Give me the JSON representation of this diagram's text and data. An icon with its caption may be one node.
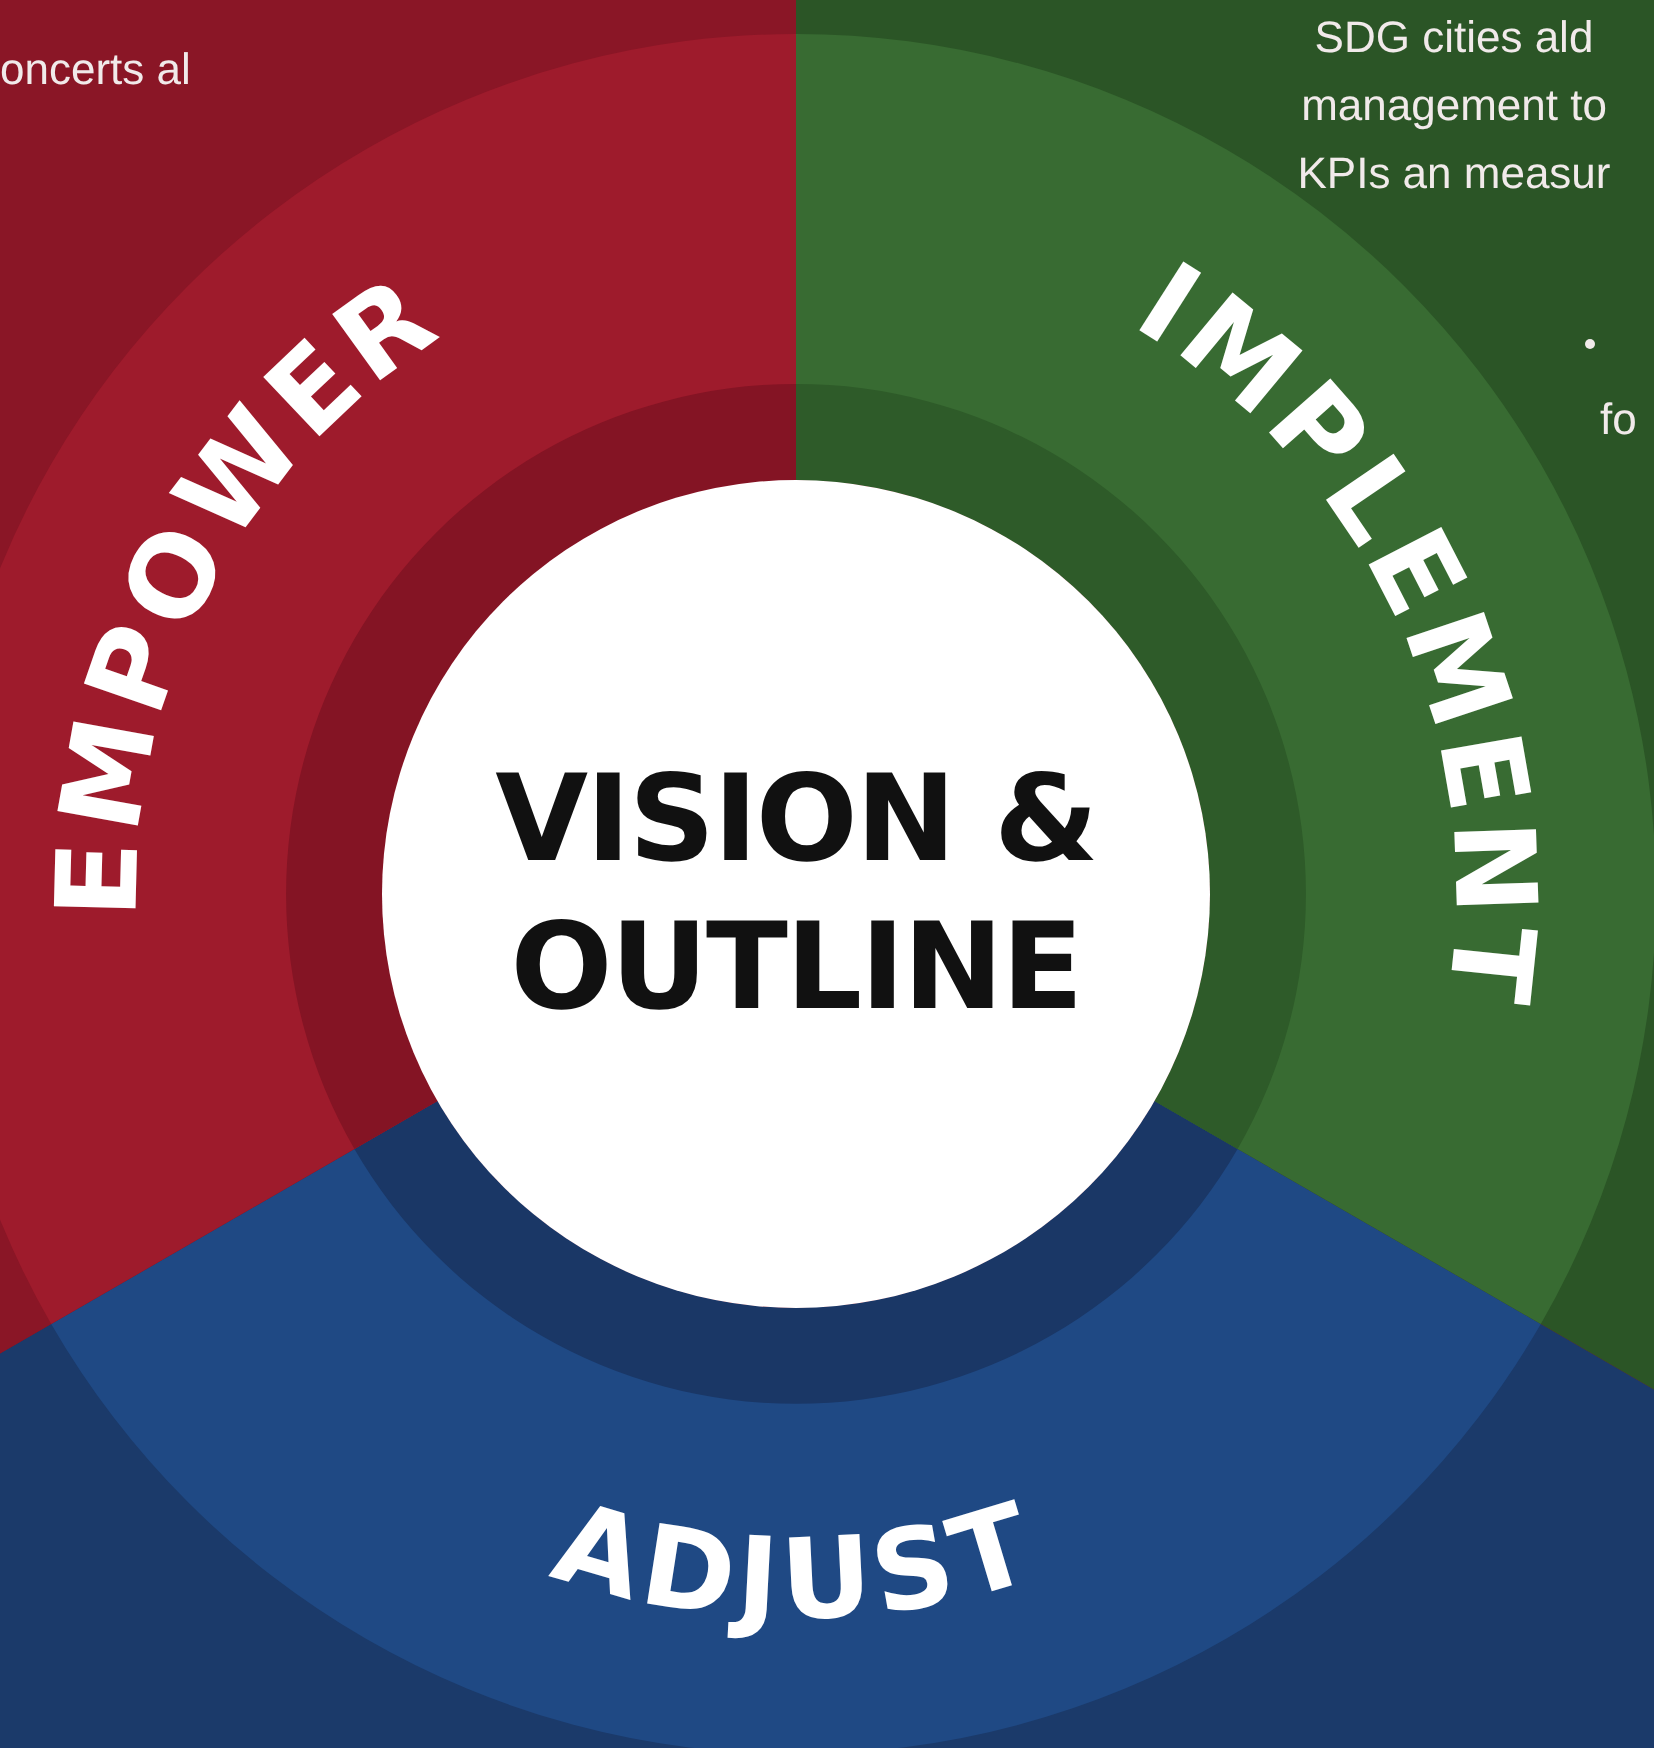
{
  "diagram": {
    "nodes": [
      {
        "text": [
          "EMPOWER"
        ]
      },
      {
        "text": [
          "IMPLEMENT"
        ]
      },
      {
        "text": [
          "ADJUST"
        ]
      },
      {
        "text": [
          "VISION & OUTLINE"
        ]
      }
    ],
    "labels": [
      "oncerts al",
      "SDG cities ald management to KPIs an measur",
      "fo"
    ]
  }
}
